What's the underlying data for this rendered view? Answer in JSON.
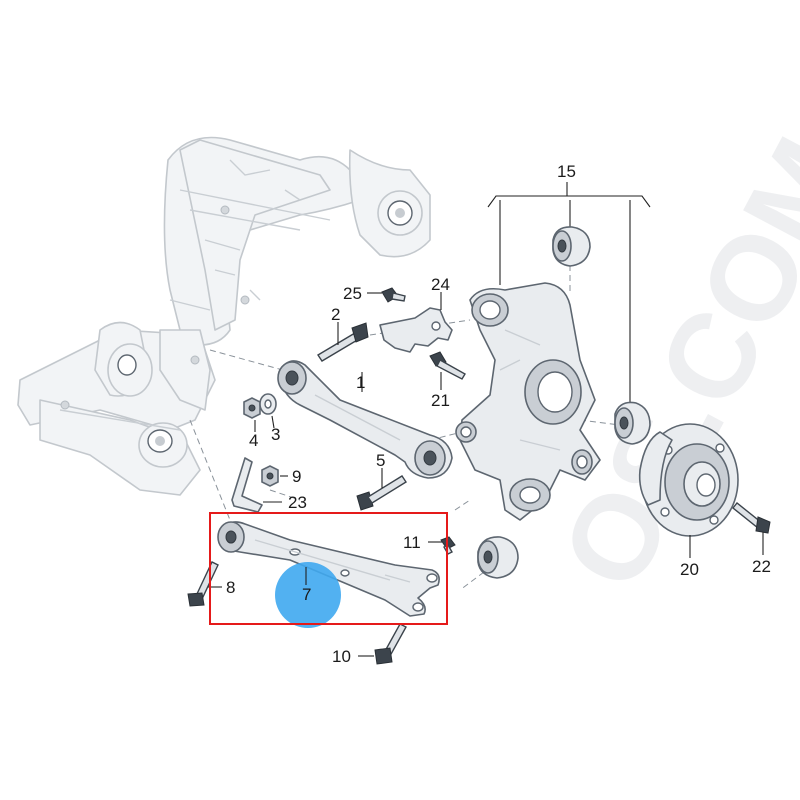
{
  "callouts": {
    "c1": "1",
    "c2": "2",
    "c3": "3",
    "c4": "4",
    "c5": "5",
    "c7": "7",
    "c8": "8",
    "c9": "9",
    "c10": "10",
    "c11": "11",
    "c15": "15",
    "c20": "20",
    "c21": "21",
    "c22": "22",
    "c23": "23",
    "c24": "24",
    "c25": "25"
  },
  "watermark": "OS.COM",
  "colors": {
    "highlight_box": "#e51a1a",
    "highlight_dot": "#3fa8f0",
    "line_art": "#5d6670",
    "background": "#ffffff"
  }
}
